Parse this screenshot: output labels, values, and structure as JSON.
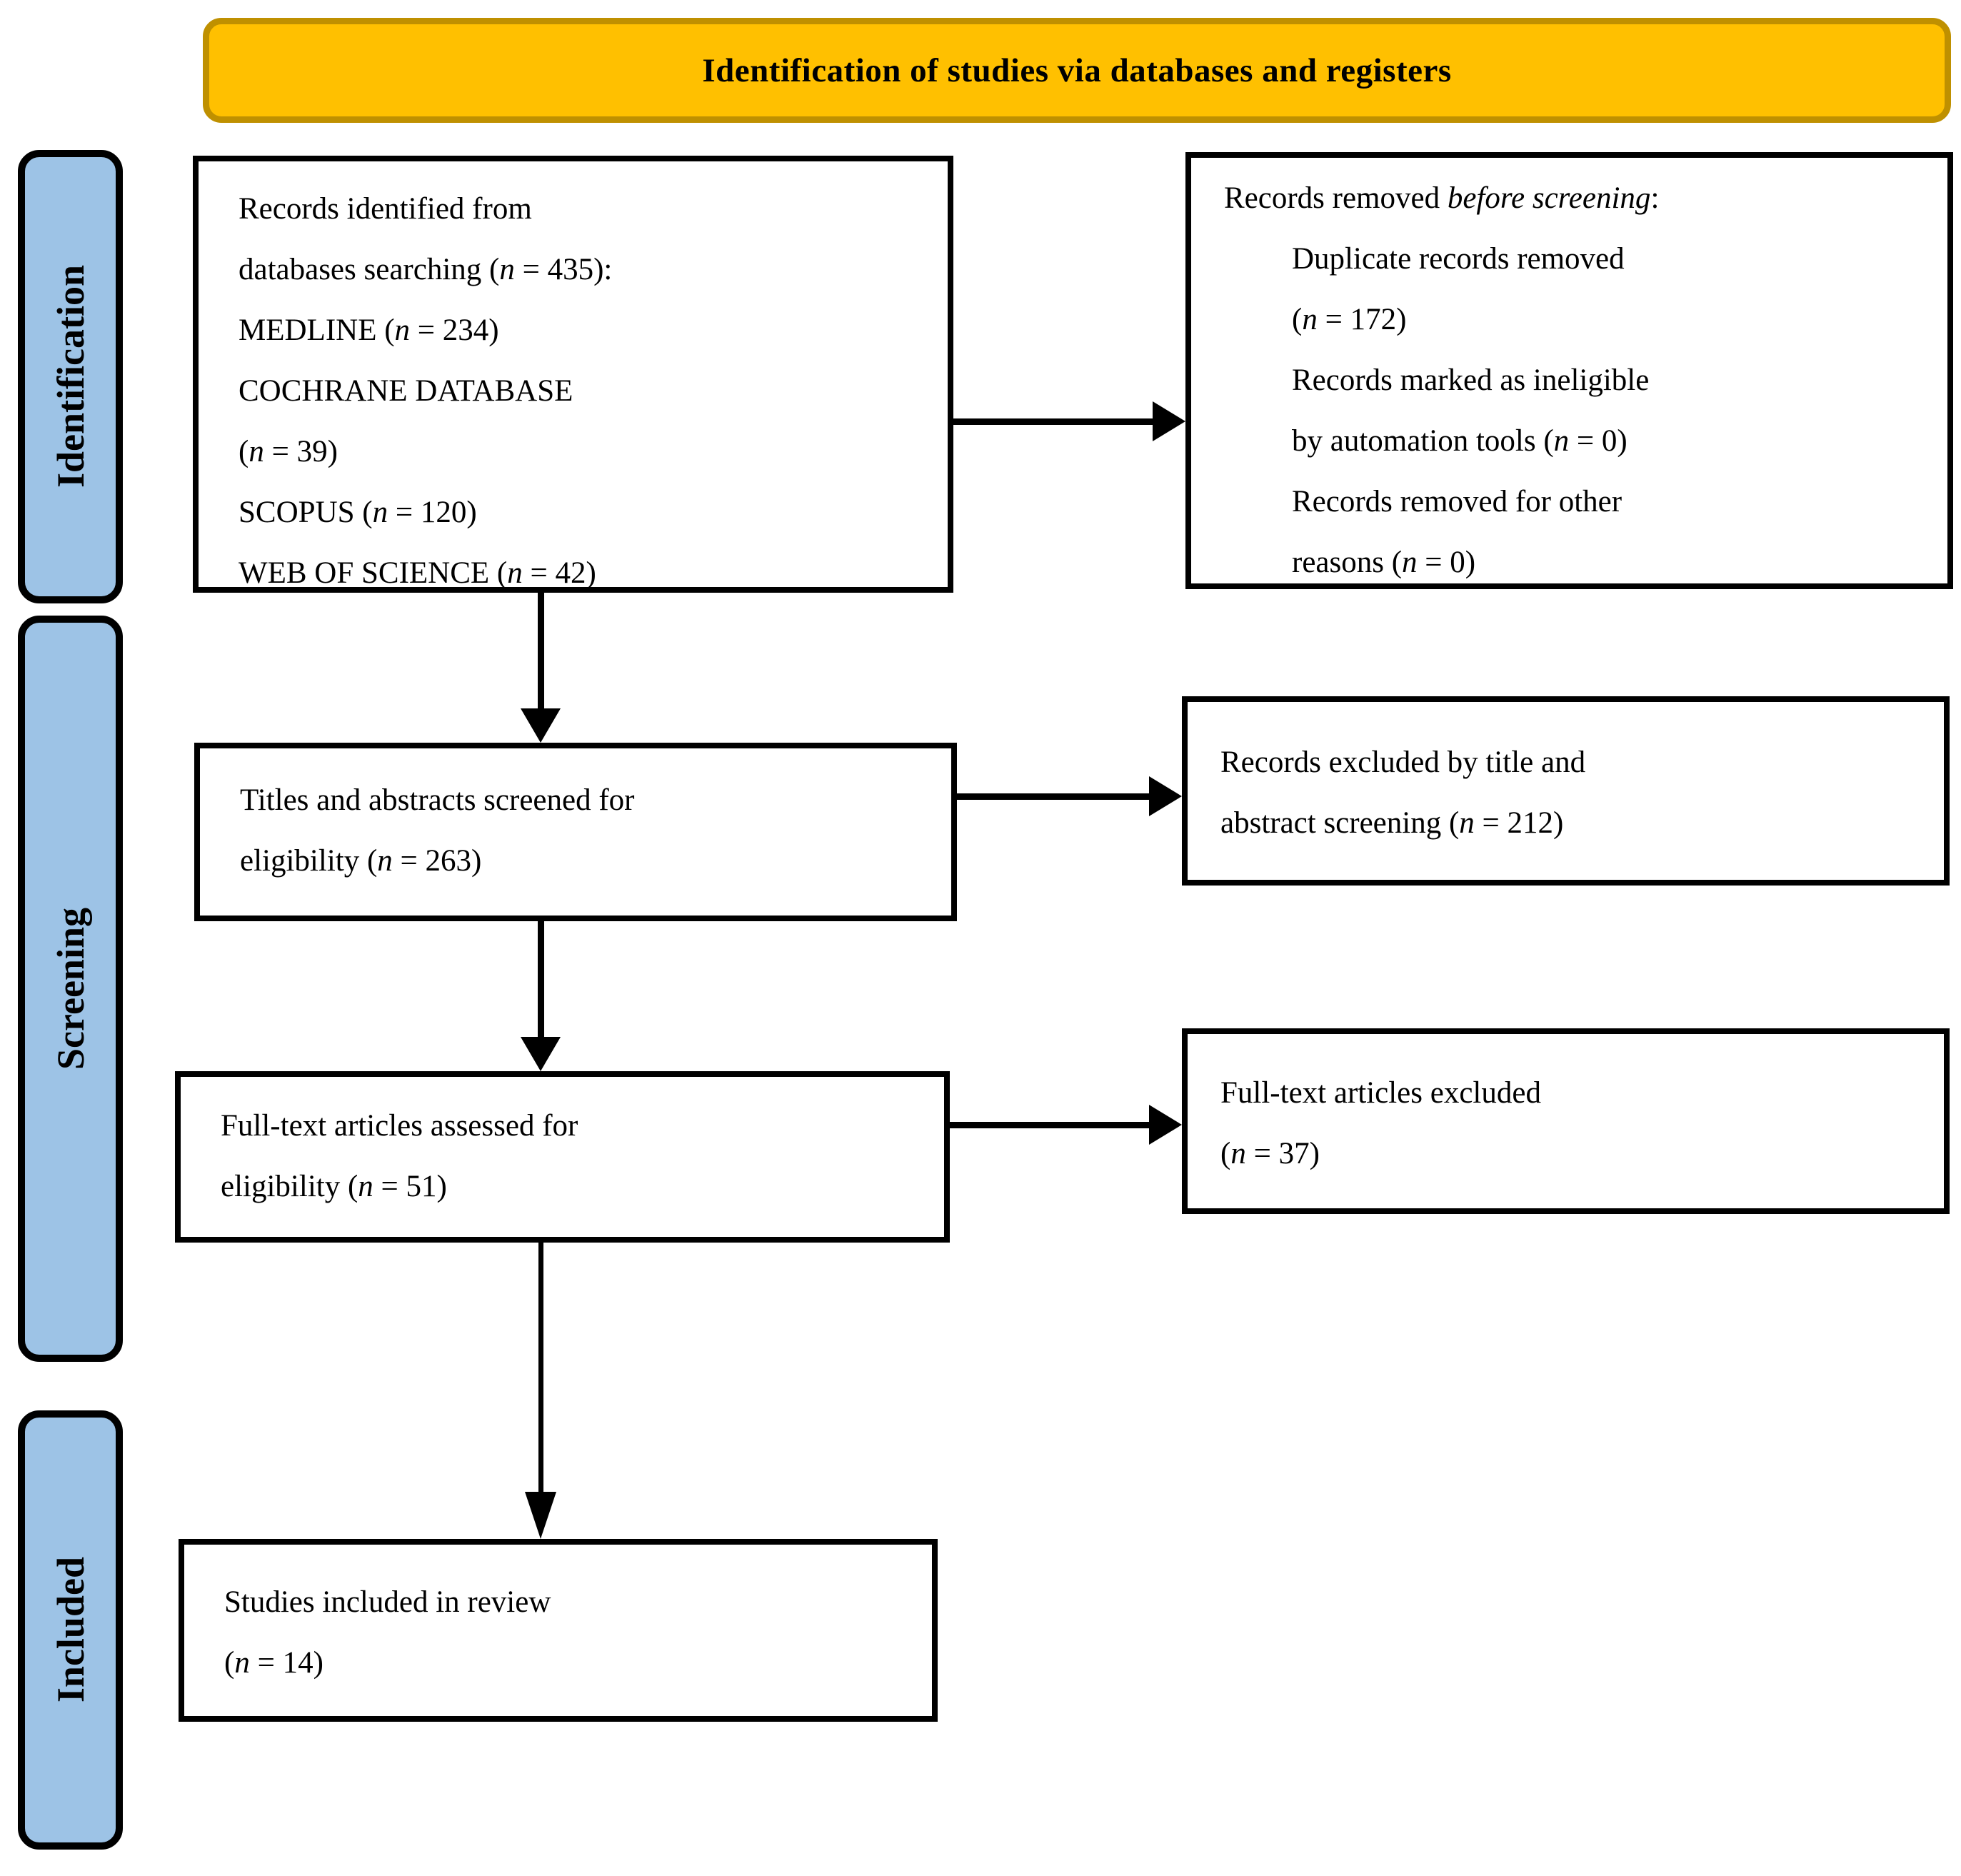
{
  "banner": {
    "title": "Identification of studies via databases and registers"
  },
  "sidebar": {
    "items": [
      {
        "label": "Identification"
      },
      {
        "label": "Screening"
      },
      {
        "label": "Included"
      }
    ]
  },
  "colors": {
    "banner_fill": "#FFC000",
    "banner_border": "#BF9000",
    "stage_fill": "#9DC3E6",
    "box_border": "#000000",
    "text": "#000000"
  },
  "boxes": {
    "records_identified": {
      "lines": [
        {
          "seg": [
            {
              "t": "Records identified from"
            }
          ]
        },
        {
          "seg": [
            {
              "t": "databases searching ("
            },
            {
              "t": "n",
              "i": true
            },
            {
              "t": " = 435):"
            }
          ]
        },
        {
          "seg": [
            {
              "t": "MEDLINE ("
            },
            {
              "t": "n",
              "i": true
            },
            {
              "t": " = 234)"
            }
          ]
        },
        {
          "seg": [
            {
              "t": "COCHRANE DATABASE"
            }
          ]
        },
        {
          "seg": [
            {
              "t": "("
            },
            {
              "t": "n",
              "i": true
            },
            {
              "t": " = 39)"
            }
          ]
        },
        {
          "seg": [
            {
              "t": "SCOPUS ("
            },
            {
              "t": "n",
              "i": true
            },
            {
              "t": " = 120)"
            }
          ]
        },
        {
          "seg": [
            {
              "t": "WEB OF SCIENCE ("
            },
            {
              "t": "n",
              "i": true
            },
            {
              "t": " = 42)"
            }
          ]
        }
      ]
    },
    "records_removed": {
      "lines": [
        {
          "seg": [
            {
              "t": "Records removed "
            },
            {
              "t": "before screening",
              "i": true
            },
            {
              "t": ":"
            }
          ]
        },
        {
          "ind": 1,
          "seg": [
            {
              "t": "Duplicate records removed"
            }
          ]
        },
        {
          "ind": 1,
          "seg": [
            {
              "t": "("
            },
            {
              "t": "n",
              "i": true
            },
            {
              "t": " = 172)"
            }
          ]
        },
        {
          "ind": 1,
          "seg": [
            {
              "t": "Records marked as ineligible"
            }
          ]
        },
        {
          "ind": 1,
          "seg": [
            {
              "t": "by automation tools ("
            },
            {
              "t": "n",
              "i": true
            },
            {
              "t": " = 0)"
            }
          ]
        },
        {
          "ind": 1,
          "seg": [
            {
              "t": "Records removed for other"
            }
          ]
        },
        {
          "ind": 1,
          "seg": [
            {
              "t": "reasons ("
            },
            {
              "t": "n",
              "i": true
            },
            {
              "t": " = 0)"
            }
          ]
        }
      ]
    },
    "titles_screened": {
      "lines": [
        {
          "seg": [
            {
              "t": "Titles and abstracts screened for"
            }
          ]
        },
        {
          "seg": [
            {
              "t": "eligibility ("
            },
            {
              "t": "n",
              "i": true
            },
            {
              "t": " = 263)"
            }
          ]
        }
      ]
    },
    "records_excluded": {
      "lines": [
        {
          "seg": [
            {
              "t": "Records excluded by title and"
            }
          ]
        },
        {
          "seg": [
            {
              "t": "abstract screening ("
            },
            {
              "t": "n",
              "i": true
            },
            {
              "t": " = 212)"
            }
          ]
        }
      ]
    },
    "fulltext_assessed": {
      "lines": [
        {
          "seg": [
            {
              "t": "Full-text articles assessed for"
            }
          ]
        },
        {
          "seg": [
            {
              "t": "eligibility ("
            },
            {
              "t": "n",
              "i": true
            },
            {
              "t": " = 51)"
            }
          ]
        }
      ]
    },
    "fulltext_excluded": {
      "lines": [
        {
          "seg": [
            {
              "t": "Full-text articles excluded"
            }
          ]
        },
        {
          "seg": [
            {
              "t": "("
            },
            {
              "t": "n",
              "i": true
            },
            {
              "t": " = 37)"
            }
          ]
        }
      ]
    },
    "studies_included": {
      "lines": [
        {
          "seg": [
            {
              "t": "Studies included in review"
            }
          ]
        },
        {
          "seg": [
            {
              "t": "("
            },
            {
              "t": "n",
              "i": true
            },
            {
              "t": " = 14)"
            }
          ]
        }
      ]
    }
  }
}
